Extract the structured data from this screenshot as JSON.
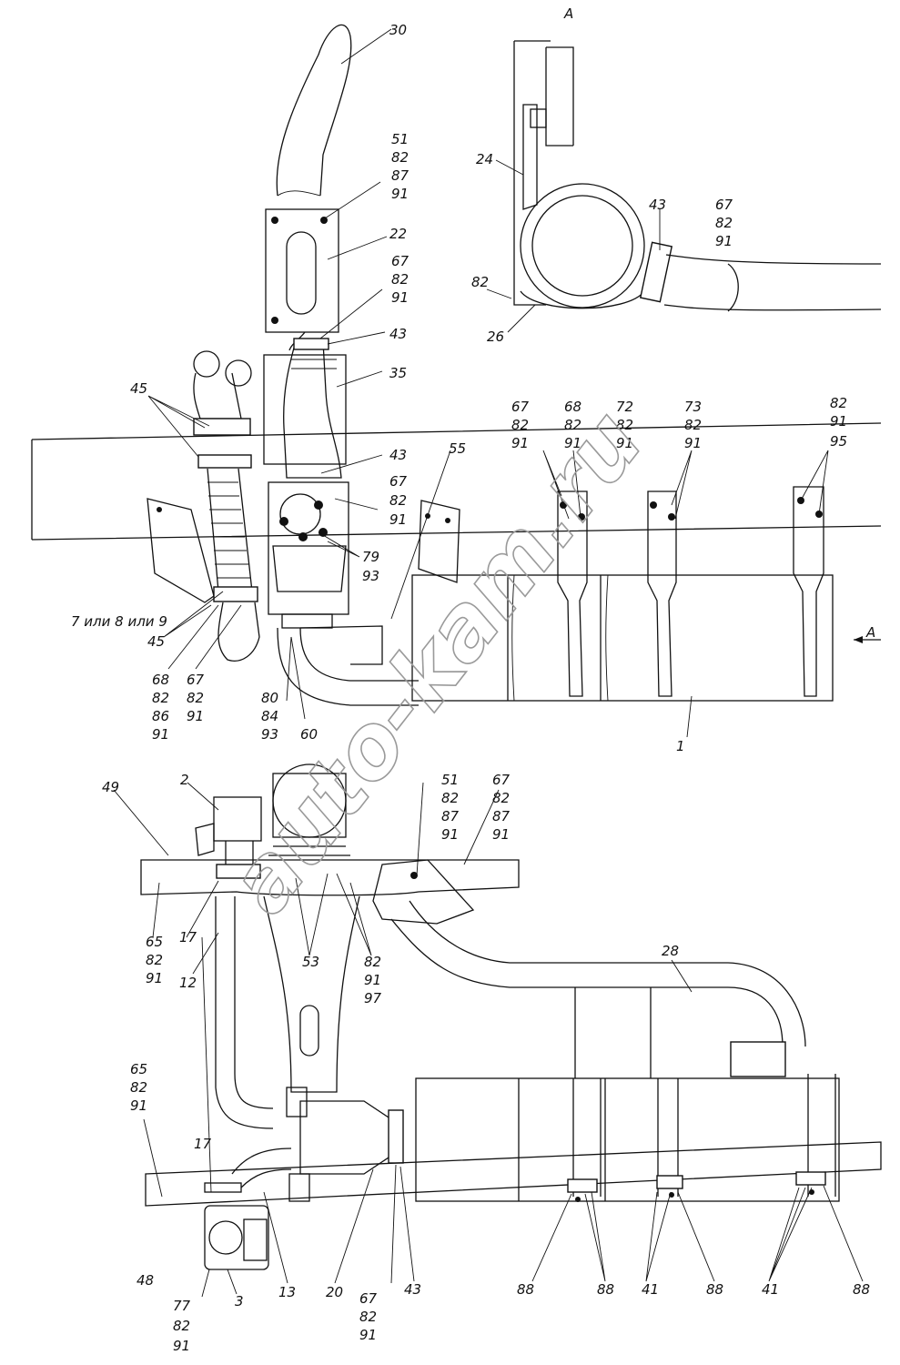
{
  "view_marker": "A",
  "watermark": "auto-kam.ru",
  "labels": {
    "l30": "30",
    "l51a": [
      "51",
      "82",
      "87",
      "91"
    ],
    "l22": "22",
    "l67a": [
      "67",
      "82",
      "91"
    ],
    "l43a": "43",
    "l35": "35",
    "l45a": "45",
    "l43b": "43",
    "l67b": [
      "67",
      "82",
      "91"
    ],
    "l55": "55",
    "l79": [
      "79",
      "93"
    ],
    "l7": "7 или 8 или 9",
    "l45b": "45",
    "l68a": [
      "68",
      "82",
      "86",
      "91"
    ],
    "l67c": [
      "67",
      "82",
      "91"
    ],
    "l80": [
      "80",
      "84",
      "93"
    ],
    "l60": "60",
    "l1": "1",
    "s67": [
      "67",
      "82",
      "91"
    ],
    "s68": [
      "68",
      "82",
      "91"
    ],
    "s72": [
      "72",
      "82",
      "91"
    ],
    "s73": [
      "73",
      "82",
      "91"
    ],
    "s82": [
      "82",
      "91",
      "95"
    ],
    "a24": "24",
    "a43": "43",
    "a67": [
      "67",
      "82",
      "91"
    ],
    "a82": "82",
    "a26": "26",
    "b49": "49",
    "b2": "2",
    "b51": [
      "51",
      "82",
      "87",
      "91"
    ],
    "b67": [
      "67",
      "82",
      "87",
      "91"
    ],
    "b65a": [
      "65",
      "82",
      "91"
    ],
    "b17a": "17",
    "b12": "12",
    "b53": "53",
    "b82": [
      "82",
      "91",
      "97"
    ],
    "b28": "28",
    "b65b": [
      "65",
      "82",
      "91"
    ],
    "b17b": "17",
    "b48": "48",
    "b77": [
      "77",
      "82",
      "91"
    ],
    "b3": "3",
    "b13": "13",
    "b20": "20",
    "b67c": [
      "67",
      "82",
      "91"
    ],
    "b43": "43",
    "b88a": "88",
    "b88b": "88",
    "b41a": "41",
    "b88c": "88",
    "b41b": "41",
    "b88d": "88"
  }
}
